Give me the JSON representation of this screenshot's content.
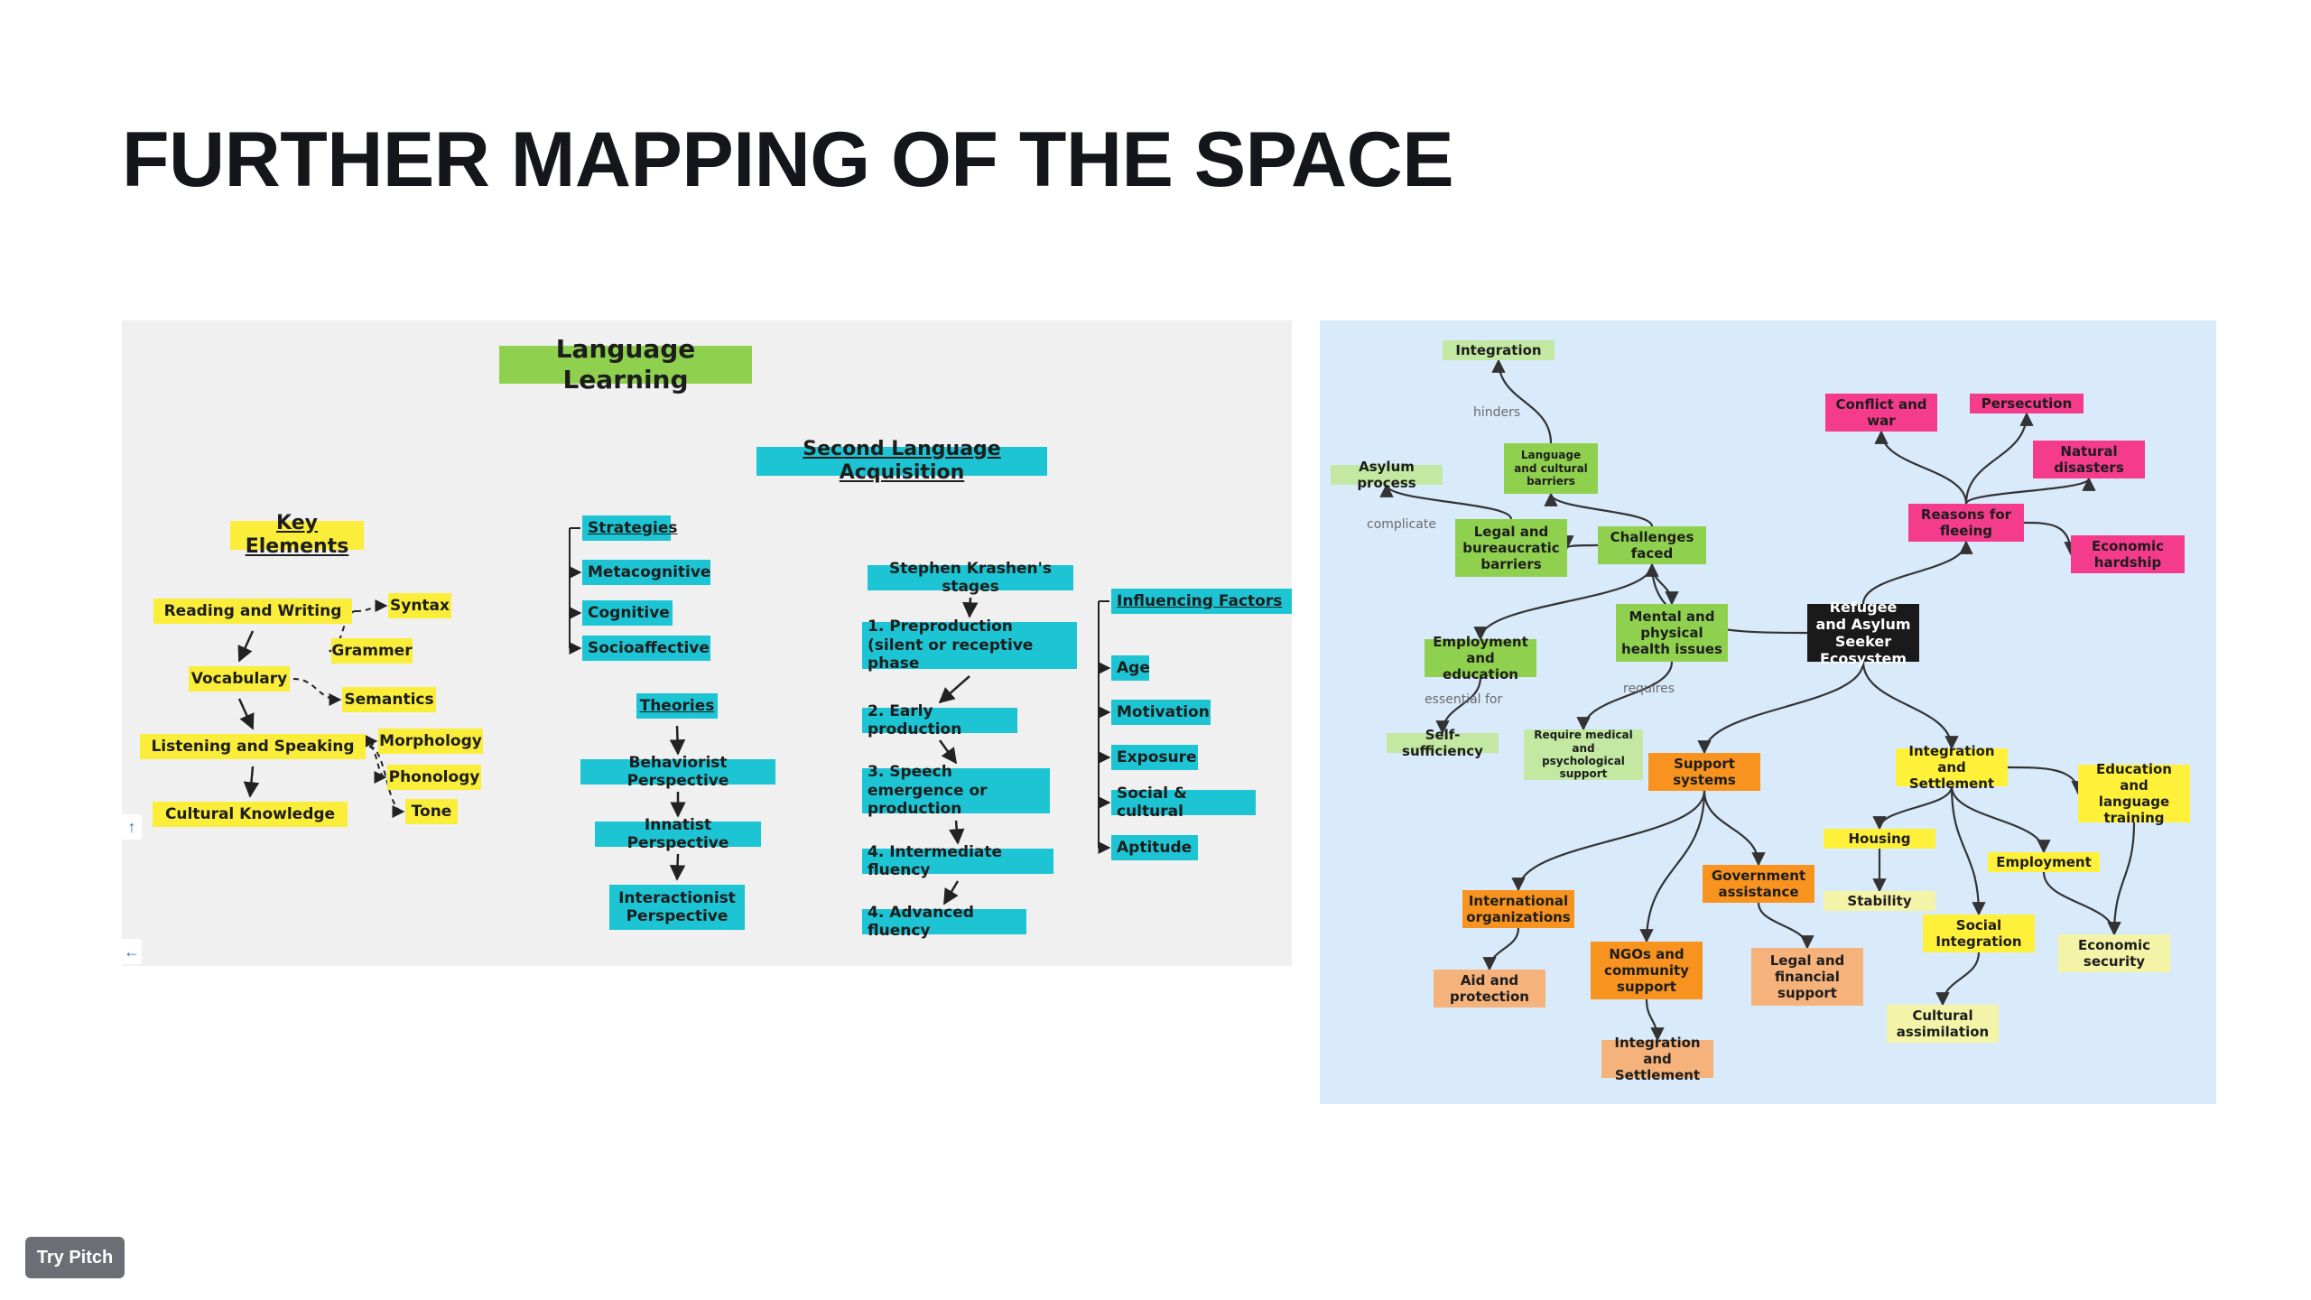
{
  "slide": {
    "title": "FURTHER MAPPING OF THE SPACE",
    "try_pitch_label": "Try Pitch"
  },
  "left_diagram": {
    "colors": {
      "panel_bg": "#f0f0f0",
      "green": "#8fd14f",
      "yellow": "#fbee3a",
      "cyan": "#1dc5d4",
      "text": "#1d1d1d",
      "arrow": "#222222"
    },
    "nodes": [
      {
        "id": "lang_learning",
        "label": "Language Learning",
        "color": "green"
      },
      {
        "id": "sla",
        "label": "Second Language Acquisition",
        "color": "cyan",
        "underline": true
      },
      {
        "id": "key_elements",
        "label": "Key Elements",
        "color": "yellow",
        "underline": true
      },
      {
        "id": "reading_writing",
        "label": "Reading and Writing",
        "color": "yellow"
      },
      {
        "id": "syntax",
        "label": "Syntax",
        "color": "yellow"
      },
      {
        "id": "grammer",
        "label": "Grammer",
        "color": "yellow"
      },
      {
        "id": "vocabulary",
        "label": "Vocabulary",
        "color": "yellow"
      },
      {
        "id": "semantics",
        "label": "Semantics",
        "color": "yellow"
      },
      {
        "id": "listening",
        "label": "Listening and Speaking",
        "color": "yellow"
      },
      {
        "id": "morphology",
        "label": "Morphology",
        "color": "yellow"
      },
      {
        "id": "phonology",
        "label": "Phonology",
        "color": "yellow"
      },
      {
        "id": "tone",
        "label": "Tone",
        "color": "yellow"
      },
      {
        "id": "cultural",
        "label": "Cultural Knowledge",
        "color": "yellow"
      },
      {
        "id": "strategies",
        "label": "Strategies",
        "color": "cyan",
        "underline": true
      },
      {
        "id": "metacognitive",
        "label": "Metacognitive",
        "color": "cyan"
      },
      {
        "id": "cognitive",
        "label": "Cognitive",
        "color": "cyan"
      },
      {
        "id": "socioaffective",
        "label": "Socioaffective",
        "color": "cyan"
      },
      {
        "id": "theories",
        "label": "Theories",
        "color": "cyan",
        "underline": true
      },
      {
        "id": "behaviorist",
        "label": "Behaviorist Perspective",
        "color": "cyan"
      },
      {
        "id": "innatist",
        "label": "Innatist Perspective",
        "color": "cyan"
      },
      {
        "id": "interactionist",
        "label": "Interactionist Perspective",
        "color": "cyan"
      },
      {
        "id": "krashen",
        "label": "Stephen Krashen's stages",
        "color": "cyan"
      },
      {
        "id": "preproduction",
        "label": "1. Preproduction (silent or receptive phase",
        "color": "cyan"
      },
      {
        "id": "early",
        "label": "2. Early production",
        "color": "cyan"
      },
      {
        "id": "speech",
        "label": "3. Speech emergence or production",
        "color": "cyan"
      },
      {
        "id": "intermediate",
        "label": "4. Intermediate fluency",
        "color": "cyan"
      },
      {
        "id": "advanced",
        "label": "4. Advanced fluency",
        "color": "cyan"
      },
      {
        "id": "influencing",
        "label": "Influencing Factors",
        "color": "cyan",
        "underline": true
      },
      {
        "id": "age",
        "label": "Age",
        "color": "cyan"
      },
      {
        "id": "motivation",
        "label": "Motivation",
        "color": "cyan"
      },
      {
        "id": "exposure",
        "label": "Exposure",
        "color": "cyan"
      },
      {
        "id": "social_cultural",
        "label": "Social & cultural",
        "color": "cyan"
      },
      {
        "id": "aptitude",
        "label": "Aptitude",
        "color": "cyan"
      }
    ],
    "edges": [
      {
        "from": "reading_writing",
        "to": "vocabulary",
        "style": "solid"
      },
      {
        "from": "vocabulary",
        "to": "listening",
        "style": "solid"
      },
      {
        "from": "listening",
        "to": "cultural",
        "style": "solid"
      },
      {
        "from": "reading_writing",
        "to": "syntax",
        "style": "dashed"
      },
      {
        "from": "reading_writing",
        "to": "grammer",
        "style": "dashed"
      },
      {
        "from": "vocabulary",
        "to": "semantics",
        "style": "dashed"
      },
      {
        "from": "listening",
        "to": "morphology",
        "style": "dashed"
      },
      {
        "from": "listening",
        "to": "phonology",
        "style": "dashed"
      },
      {
        "from": "listening",
        "to": "tone",
        "style": "dashed"
      },
      {
        "from": "strategies",
        "to": "metacognitive",
        "style": "bracket"
      },
      {
        "from": "strategies",
        "to": "cognitive",
        "style": "bracket"
      },
      {
        "from": "strategies",
        "to": "socioaffective",
        "style": "bracket"
      },
      {
        "from": "theories",
        "to": "behaviorist",
        "style": "solid"
      },
      {
        "from": "behaviorist",
        "to": "innatist",
        "style": "solid"
      },
      {
        "from": "innatist",
        "to": "interactionist",
        "style": "solid"
      },
      {
        "from": "krashen",
        "to": "preproduction",
        "style": "solid"
      },
      {
        "from": "preproduction",
        "to": "early",
        "style": "solid"
      },
      {
        "from": "early",
        "to": "speech",
        "style": "solid"
      },
      {
        "from": "speech",
        "to": "intermediate",
        "style": "solid"
      },
      {
        "from": "intermediate",
        "to": "advanced",
        "style": "solid"
      },
      {
        "from": "influencing",
        "to": "age",
        "style": "bracket"
      },
      {
        "from": "influencing",
        "to": "motivation",
        "style": "bracket"
      },
      {
        "from": "influencing",
        "to": "exposure",
        "style": "bracket"
      },
      {
        "from": "influencing",
        "to": "social_cultural",
        "style": "bracket"
      },
      {
        "from": "influencing",
        "to": "aptitude",
        "style": "bracket"
      }
    ]
  },
  "right_diagram": {
    "colors": {
      "panel_bg": "#d9eafb",
      "green": "#8fd14f",
      "lightgreen": "#c2e8a2",
      "pink": "#f53b8c",
      "black": "#1a1a1a",
      "orange": "#f7931e",
      "lightorange": "#f5b27a",
      "yellow": "#fff13a",
      "lightyellow": "#f4f4a8",
      "arrow": "#333333"
    },
    "nodes": [
      {
        "id": "ecosystem",
        "label": "Refugee and Asylum Seeker Ecosystem",
        "color": "black"
      },
      {
        "id": "reasons",
        "label": "Reasons for fleeing",
        "color": "pink"
      },
      {
        "id": "conflict",
        "label": "Conflict and war",
        "color": "pink"
      },
      {
        "id": "persecution",
        "label": "Persecution",
        "color": "pink"
      },
      {
        "id": "natural",
        "label": "Natural disasters",
        "color": "pink"
      },
      {
        "id": "economic_hardship",
        "label": "Economic hardship",
        "color": "pink"
      },
      {
        "id": "challenges",
        "label": "Challenges faced",
        "color": "green"
      },
      {
        "id": "lang_barriers",
        "label": "Language and cultural barriers",
        "color": "green"
      },
      {
        "id": "integration_top",
        "label": "Integration",
        "color": "lightgreen"
      },
      {
        "id": "legal_barriers",
        "label": "Legal and bureaucratic barriers",
        "color": "green"
      },
      {
        "id": "asylum",
        "label": "Asylum process",
        "color": "lightgreen"
      },
      {
        "id": "mental",
        "label": "Mental and physical health issues",
        "color": "green"
      },
      {
        "id": "medical",
        "label": "Require medical and psychological support",
        "color": "lightgreen"
      },
      {
        "id": "employment_edu",
        "label": "Employment and education",
        "color": "green"
      },
      {
        "id": "self_sufficiency",
        "label": "Self-sufficiency",
        "color": "lightgreen"
      },
      {
        "id": "support",
        "label": "Support systems",
        "color": "orange"
      },
      {
        "id": "international",
        "label": "International organizations",
        "color": "orange"
      },
      {
        "id": "aid",
        "label": "Aid and protection",
        "color": "lightorange"
      },
      {
        "id": "ngos",
        "label": "NGOs and community support",
        "color": "orange"
      },
      {
        "id": "integration_settlement_o",
        "label": "Integration and Settlement",
        "color": "lightorange"
      },
      {
        "id": "government",
        "label": "Government assistance",
        "color": "orange"
      },
      {
        "id": "legal_financial",
        "label": "Legal and financial support",
        "color": "lightorange"
      },
      {
        "id": "integration_settlement_y",
        "label": "Integration and Settlement",
        "color": "yellow"
      },
      {
        "id": "housing",
        "label": "Housing",
        "color": "yellow"
      },
      {
        "id": "stability",
        "label": "Stability",
        "color": "lightyellow"
      },
      {
        "id": "social_integration",
        "label": "Social Integration",
        "color": "yellow"
      },
      {
        "id": "cultural_assimilation",
        "label": "Cultural assimilation",
        "color": "lightyellow"
      },
      {
        "id": "employment_y",
        "label": "Employment",
        "color": "yellow"
      },
      {
        "id": "economic_security",
        "label": "Economic security",
        "color": "lightyellow"
      },
      {
        "id": "education_training",
        "label": "Education and language training",
        "color": "yellow"
      }
    ],
    "edges": [
      {
        "from": "ecosystem",
        "to": "reasons"
      },
      {
        "from": "reasons",
        "to": "conflict"
      },
      {
        "from": "reasons",
        "to": "persecution"
      },
      {
        "from": "reasons",
        "to": "natural"
      },
      {
        "from": "reasons",
        "to": "economic_hardship"
      },
      {
        "from": "ecosystem",
        "to": "challenges"
      },
      {
        "from": "challenges",
        "to": "lang_barriers"
      },
      {
        "from": "lang_barriers",
        "to": "integration_top",
        "label": "hinders"
      },
      {
        "from": "challenges",
        "to": "legal_barriers"
      },
      {
        "from": "legal_barriers",
        "to": "asylum",
        "label": "complicate"
      },
      {
        "from": "challenges",
        "to": "mental"
      },
      {
        "from": "mental",
        "to": "medical",
        "label": "requires"
      },
      {
        "from": "challenges",
        "to": "employment_edu"
      },
      {
        "from": "employment_edu",
        "to": "self_sufficiency",
        "label": "essential for"
      },
      {
        "from": "ecosystem",
        "to": "support"
      },
      {
        "from": "support",
        "to": "international"
      },
      {
        "from": "international",
        "to": "aid"
      },
      {
        "from": "support",
        "to": "ngos"
      },
      {
        "from": "ngos",
        "to": "integration_settlement_o"
      },
      {
        "from": "support",
        "to": "government"
      },
      {
        "from": "government",
        "to": "legal_financial"
      },
      {
        "from": "ecosystem",
        "to": "integration_settlement_y"
      },
      {
        "from": "integration_settlement_y",
        "to": "housing"
      },
      {
        "from": "housing",
        "to": "stability"
      },
      {
        "from": "integration_settlement_y",
        "to": "social_integration"
      },
      {
        "from": "social_integration",
        "to": "cultural_assimilation"
      },
      {
        "from": "integration_settlement_y",
        "to": "employment_y"
      },
      {
        "from": "employment_y",
        "to": "economic_security"
      },
      {
        "from": "integration_settlement_y",
        "to": "education_training"
      },
      {
        "from": "education_training",
        "to": "economic_security"
      }
    ]
  }
}
